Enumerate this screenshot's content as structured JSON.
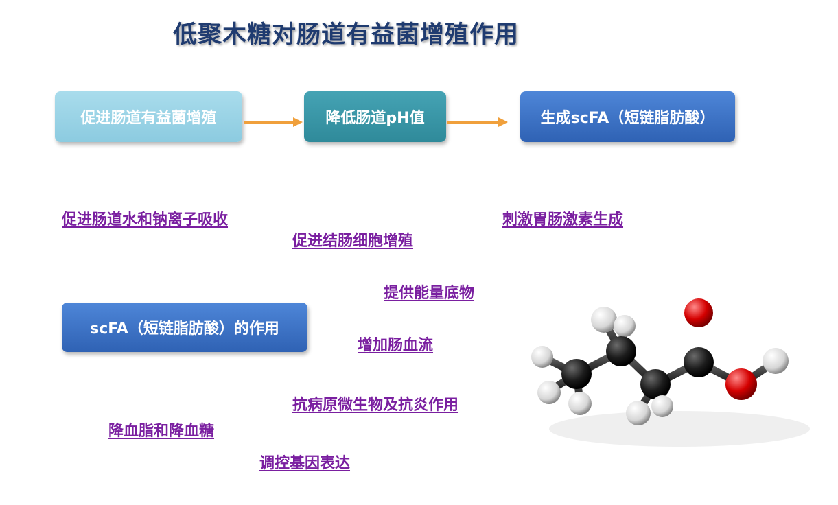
{
  "title": "低聚木糖对肠道有益菌增殖作用",
  "flow": [
    {
      "label": "促进肠道有益菌增殖"
    },
    {
      "label": "降低肠道pH值"
    },
    {
      "label": "生成scFA（短链脂肪酸）"
    }
  ],
  "scfa_box": {
    "label": "scFA（短链脂肪酸）的作用"
  },
  "effects": [
    "促进肠道水和钠离子吸收",
    "促进结肠细胞增殖",
    "刺激胃肠激素生成",
    "提供能量底物",
    "增加肠血流",
    "抗病原微生物及抗炎作用",
    "降血脂和降血糖",
    "调控基因表达"
  ],
  "colors": {
    "title": "#1f3b70",
    "box_light": "#9fd6e8",
    "box_teal": "#3a97a8",
    "box_blue": "#3f74c8",
    "arrow": "#f0a03c",
    "effect_text": "#7a1fa0"
  },
  "molecule": {
    "icon": "butyric-acid-ball-and-stick-model"
  }
}
